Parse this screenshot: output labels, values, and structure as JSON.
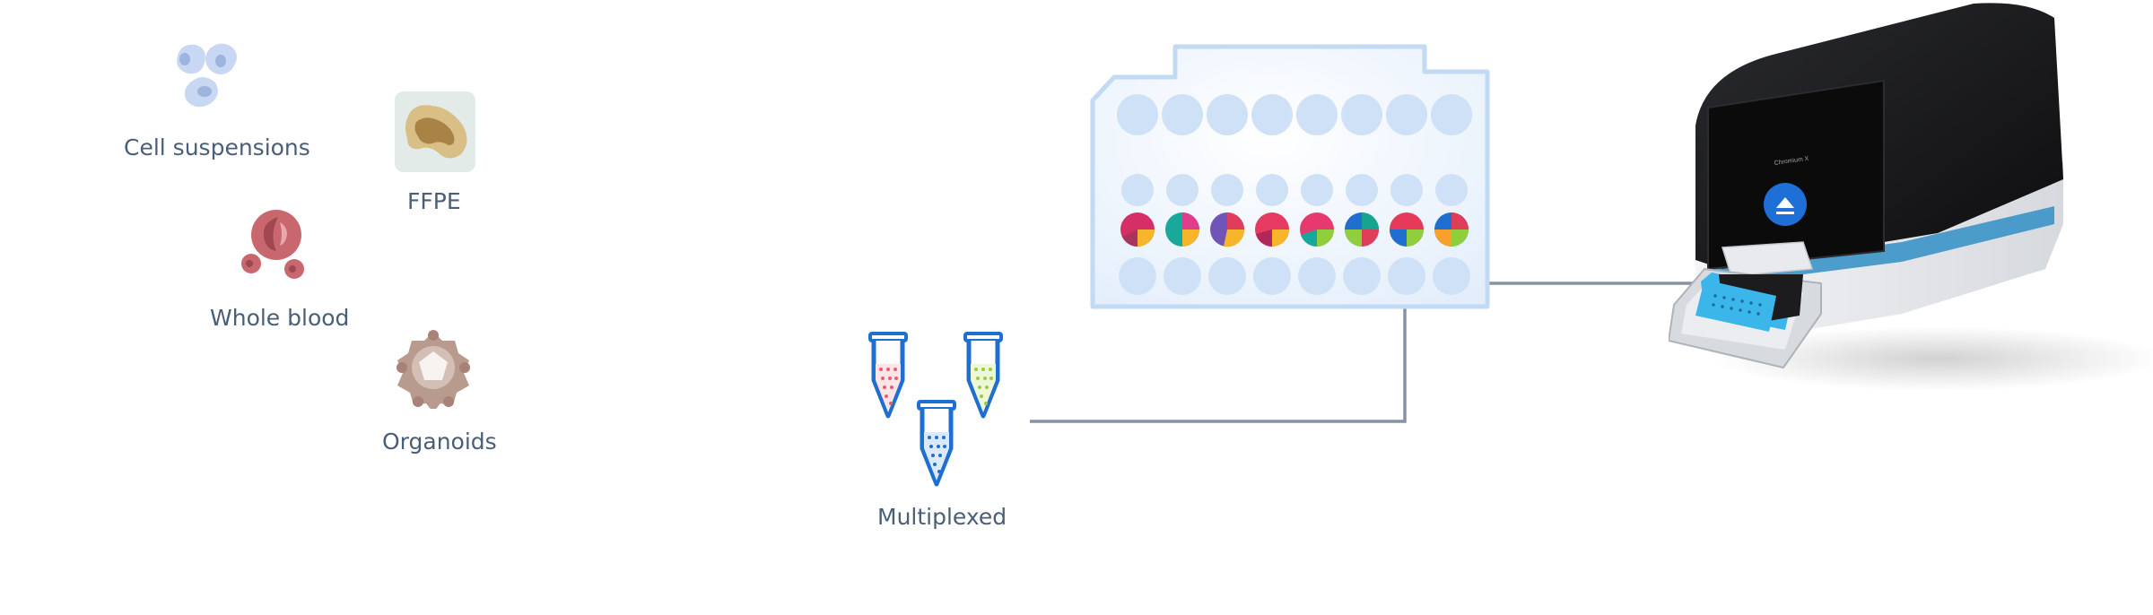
{
  "samples": {
    "cell_suspensions": "Cell suspensions",
    "ffpe": "FFPE",
    "whole_blood": "Whole blood",
    "organoids": "Organoids"
  },
  "multiplexed": {
    "label": "Multiplexed"
  },
  "instrument": {
    "screen_text": "Chromium X"
  },
  "colors": {
    "cell": "#c9d8f2",
    "cell_nucleus": "#9db4de",
    "blood": "#c9676f",
    "ffpe_bg": "#e3ebe8",
    "ffpe_tissue": "#a98245",
    "organoid": "#b89a8f",
    "tube": "#1f6fd1",
    "plate": "#e8f1fc",
    "plate_border": "#c3daf4",
    "well": "#cfe1f6",
    "line": "#8693a3",
    "chip": "#3ab6ea"
  }
}
